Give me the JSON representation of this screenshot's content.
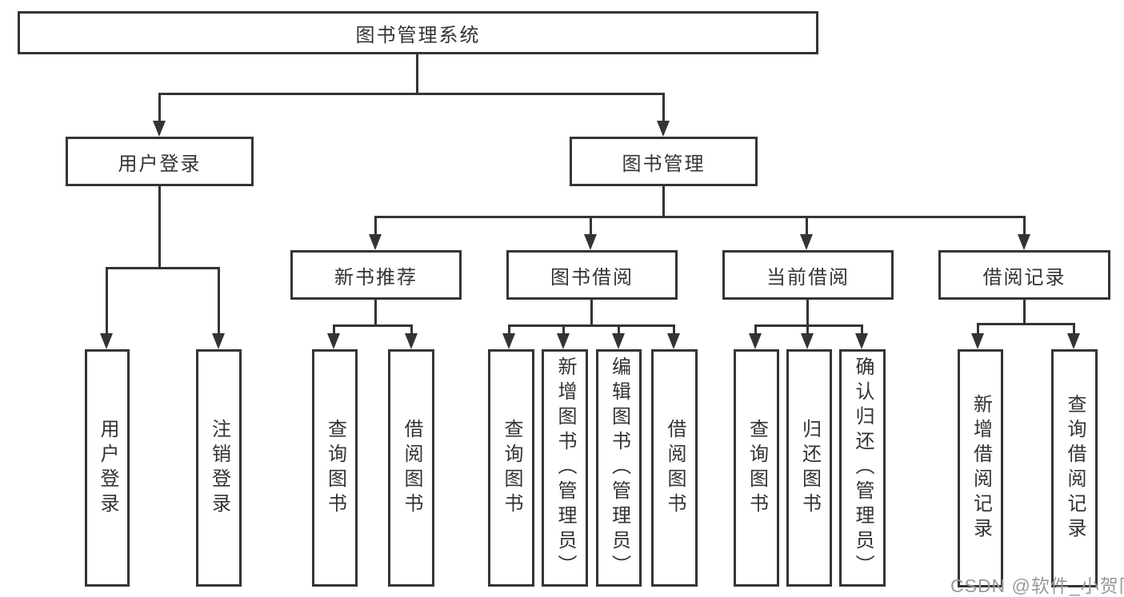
{
  "tree": {
    "root": {
      "label": "图书管理系统"
    },
    "branches": [
      {
        "label": "用户登录",
        "children": [
          {
            "label": "用户登录"
          },
          {
            "label": "注销登录"
          }
        ]
      },
      {
        "label": "图书管理",
        "children": [
          {
            "label": "新书推荐",
            "children": [
              {
                "label": "查询图书"
              },
              {
                "label": "借阅图书"
              }
            ]
          },
          {
            "label": "图书借阅",
            "children": [
              {
                "label": "查询图书"
              },
              {
                "label": "新增图书（管理员）"
              },
              {
                "label": "编辑图书（管理员）"
              },
              {
                "label": "借阅图书"
              }
            ]
          },
          {
            "label": "当前借阅",
            "children": [
              {
                "label": "查询图书"
              },
              {
                "label": "归还图书"
              },
              {
                "label": "确认归还（管理员）"
              }
            ]
          },
          {
            "label": "借阅记录",
            "children": [
              {
                "label": "新增借阅记录"
              },
              {
                "label": "查询借阅记录"
              }
            ]
          }
        ]
      }
    ]
  },
  "watermark": {
    "text": "CSDN @软件_小贺同学"
  },
  "colors": {
    "line": "#343434",
    "text": "#333333",
    "canvas-bg": "#ffffff",
    "watermark": "#999999"
  }
}
